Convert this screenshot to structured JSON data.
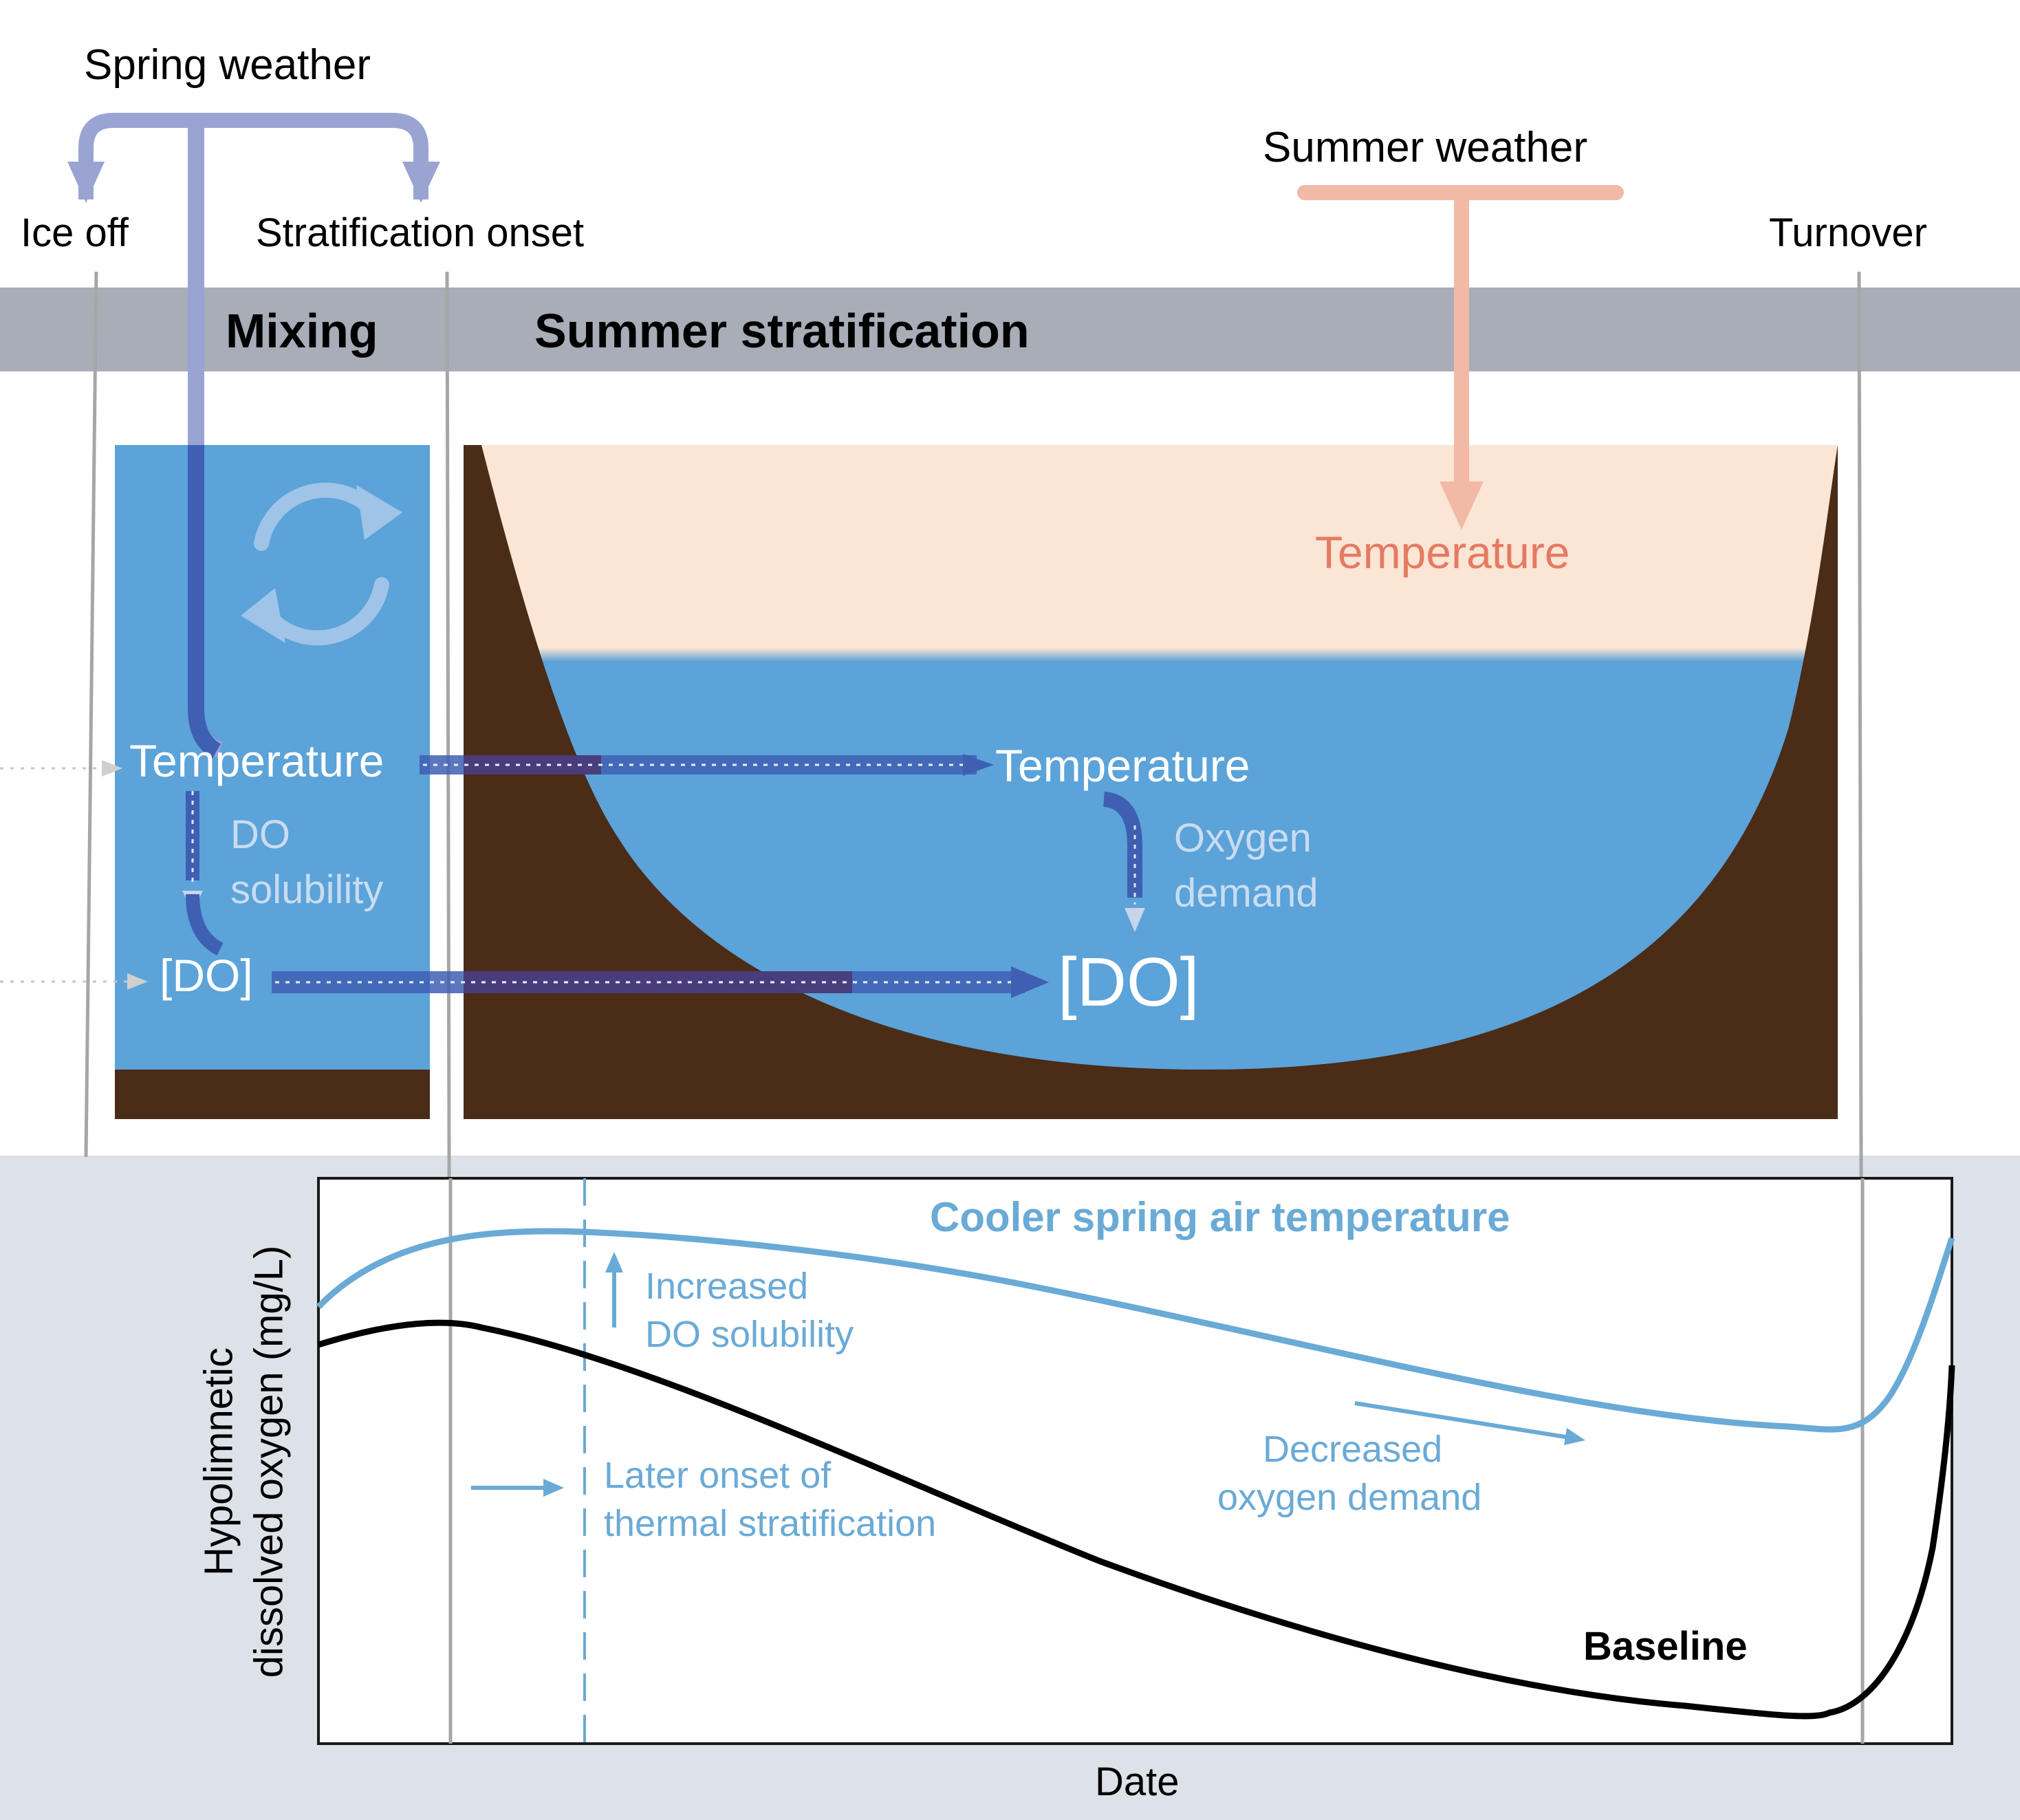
{
  "top_labels": {
    "spring_weather": "Spring weather",
    "summer_weather": "Summer weather",
    "ice_off": "Ice off",
    "stratification_onset": "Stratification onset",
    "turnover": "Turnover"
  },
  "phase_band": {
    "mixing": "Mixing",
    "summer_stratification": "Summer stratification"
  },
  "mixing_panel": {
    "temperature": "Temperature",
    "do_solubility_line1": "DO",
    "do_solubility_line2": "solubility",
    "do": "[DO]"
  },
  "stratified_panel": {
    "surface_temperature": "Temperature",
    "temperature": "Temperature",
    "oxygen_demand_line1": "Oxygen",
    "oxygen_demand_line2": "demand",
    "do": "[DO]"
  },
  "plot": {
    "ylabel_line1": "Hypolimnetic",
    "ylabel_line2": "dissolved oxygen (mg/L)",
    "xlabel": "Date",
    "scenario_label": "Cooler spring air temperature",
    "baseline_label": "Baseline",
    "annotation_solubility_line1": "Increased",
    "annotation_solubility_line2": "DO solubility",
    "annotation_onset_line1": "Later onset of",
    "annotation_onset_line2": "thermal stratification",
    "annotation_demand_line1": "Decreased",
    "annotation_demand_line2": "oxygen demand"
  },
  "colors": {
    "water_blue": "#5ba3d9",
    "sediment_brown": "#4a2c17",
    "warm_layer": "#fbe5d5",
    "spring_arrow": "#9aa4d3",
    "summer_arrow": "#f2b9a6",
    "flow_arrow": "#3f5fb3",
    "band_gray": "#a8adb8",
    "plot_bg": "#dde1e8",
    "scenario_line": "#6aaad6",
    "baseline_line": "#000000",
    "temp_text_warm": "#e57a63"
  },
  "icons": [
    "mixing-cycle-icon",
    "arrow-down-icon",
    "arrow-right-icon",
    "arrow-up-icon"
  ]
}
